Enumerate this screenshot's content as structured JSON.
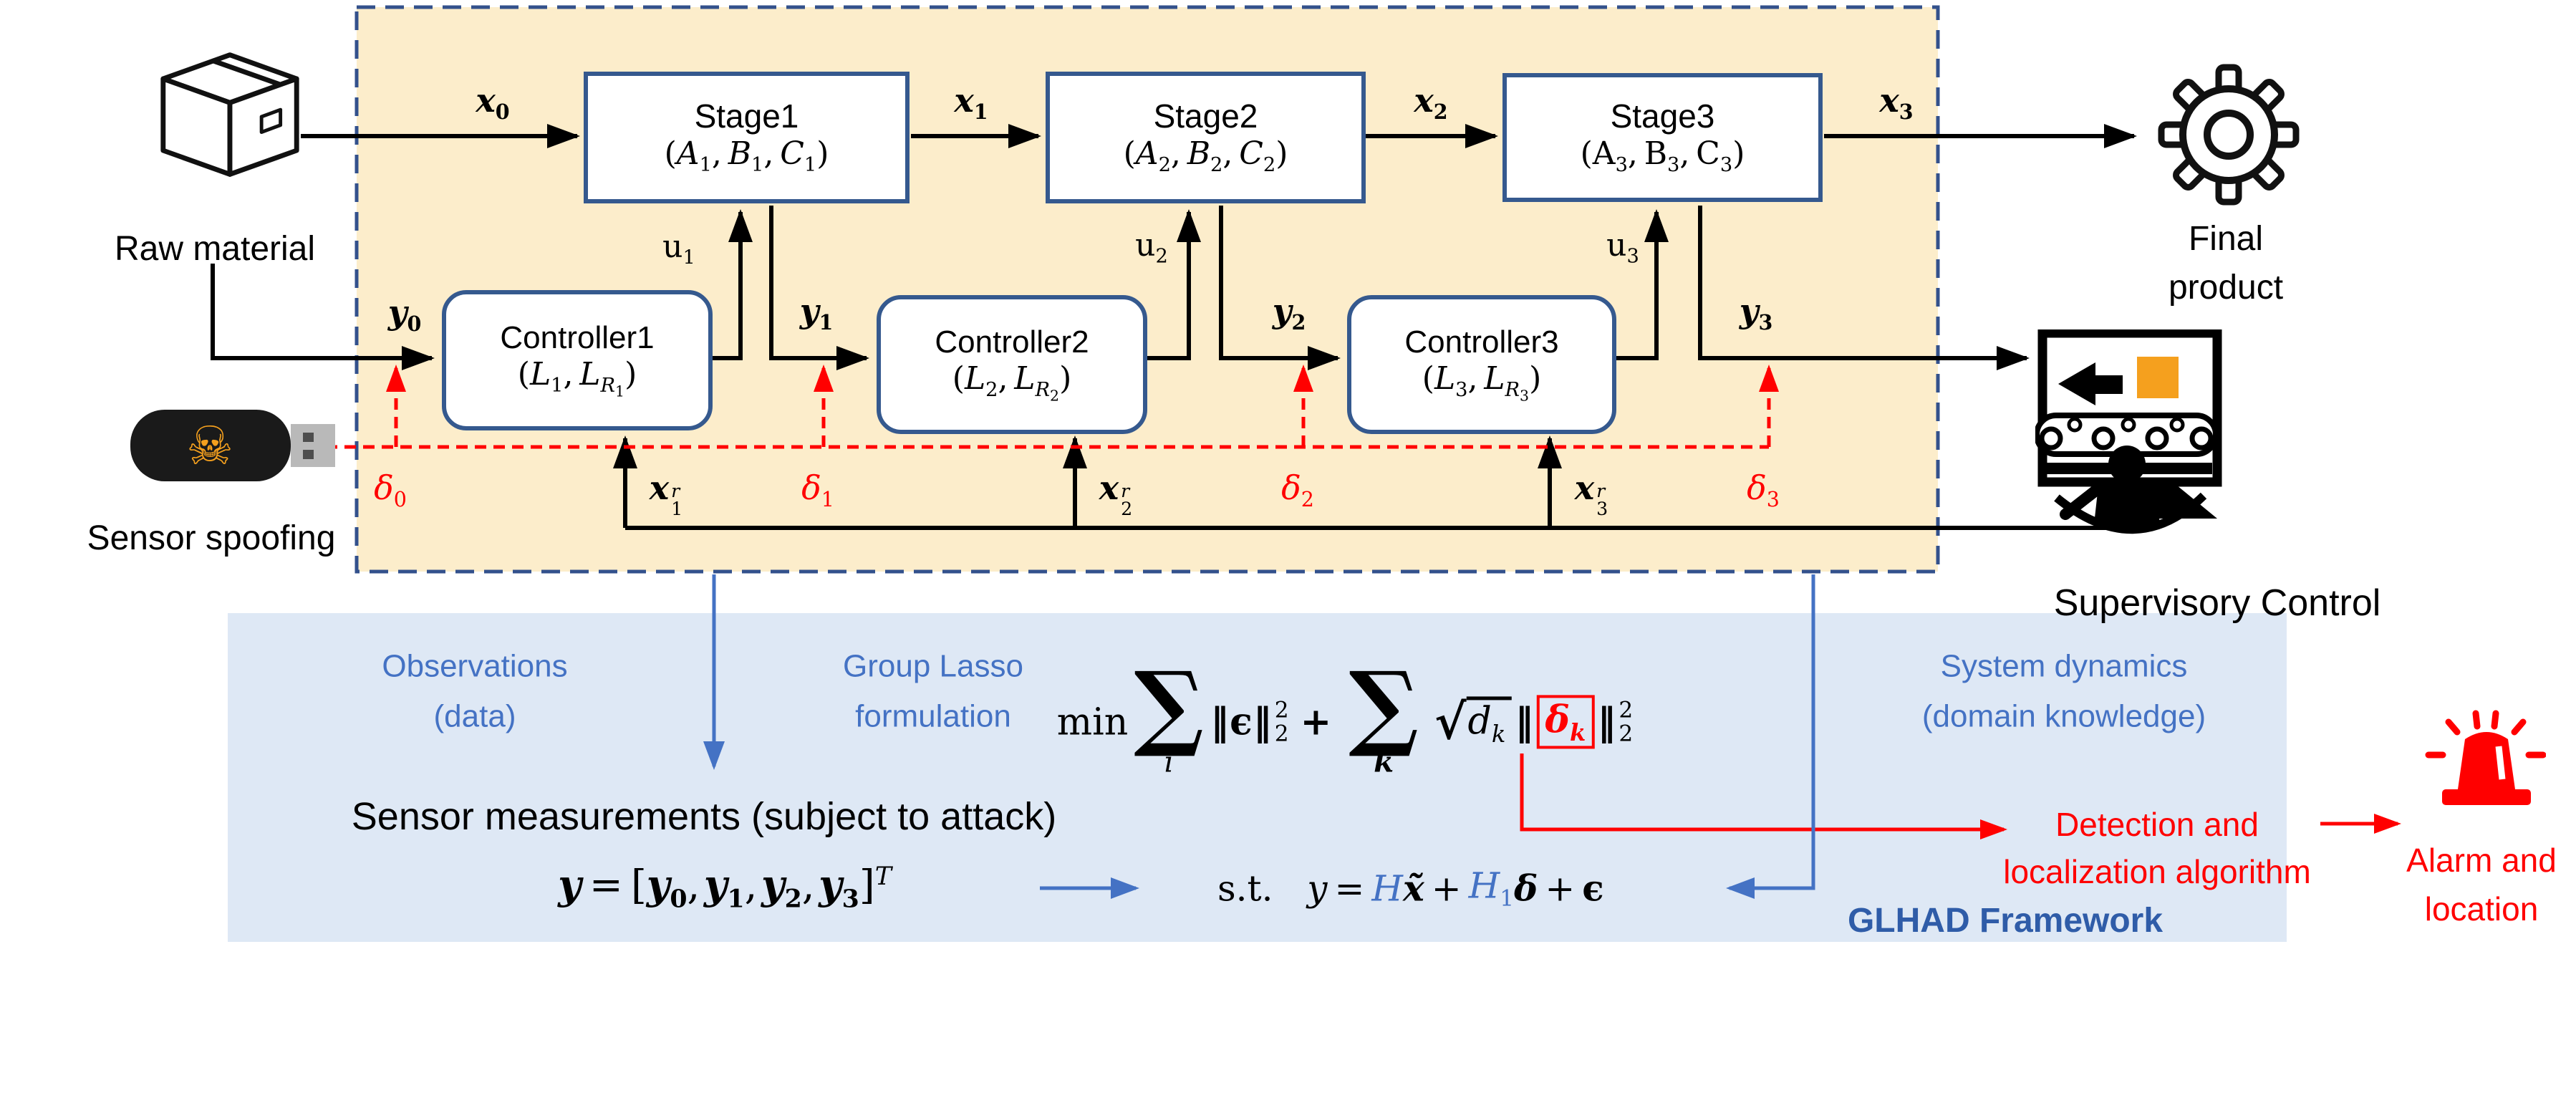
{
  "colors": {
    "plant_bg": "#FCEDCB",
    "plant_border": "#33518C",
    "node_border": "#35598E",
    "framework_bg": "#DEE8F5",
    "accent_blue": "#4472C4",
    "glhad_blue": "#2F5CA8",
    "attack_red": "#FF0000",
    "product_orange": "#F5A01E"
  },
  "icons": {
    "raw_material": "package-box-icon",
    "attack": "usb-skull-icon",
    "final_product": "gear-icon",
    "supervisory": "operator-monitor-icon",
    "alarm": "siren-icon"
  },
  "plant": {
    "stages": [
      {
        "title": "Stage1",
        "params": "(<i>A</i><sub>1</sub>,&#8201;<i>B</i><sub>1</sub>,&#8201;<i>C</i><sub>1</sub>)"
      },
      {
        "title": "Stage2",
        "params": "(<i>A</i><sub>2</sub>,&#8201;<i>B</i><sub>2</sub>,&#8201;<i>C</i><sub>2</sub>)"
      },
      {
        "title": "Stage3",
        "params": "(A<sub>3</sub>,&#8201;B<sub>3</sub>,&#8201;C<sub>3</sub>)"
      }
    ],
    "controllers": [
      {
        "title": "Controller1",
        "params": "(<i>L</i><sub>1</sub>,&#8201;<i>L</i><sub><i>R</i><sub>1</sub></sub>)"
      },
      {
        "title": "Controller2",
        "params": "(<i>L</i><sub>2</sub>,&#8201;<i>L</i><sub><i>R</i><sub>2</sub></sub>)"
      },
      {
        "title": "Controller3",
        "params": "(<i>L</i><sub>3</sub>,&#8201;<i>L</i><sub><i>R</i><sub>3</sub></sub>)"
      }
    ],
    "signals": {
      "x0": "<b><i>x</i><sub>0</sub></b>",
      "x1": "<b><i>x</i><sub>1</sub></b>",
      "x2": "<b><i>x</i><sub>2</sub></b>",
      "x3": "<b><i>x</i><sub>3</sub></b>",
      "y0": "<b><i>y</i><sub>0</sub></b>",
      "y1": "<b><i>y</i><sub>1</sub></b>",
      "y2": "<b><i>y</i><sub>2</sub></b>",
      "y3": "<b><i>y</i><sub>3</sub></b>",
      "u1": "u<sub>1</sub>",
      "u2": "u<sub>2</sub>",
      "u3": "u<sub>3</sub>",
      "xr1": "<b><i>x</i></b><span class=\"stk\"><span><i>r</i></span><span>1</span></span>",
      "xr2": "<b><i>x</i></b><span class=\"stk\"><span><i>r</i></span><span>2</span></span>",
      "xr3": "<b><i>x</i></b><span class=\"stk\"><span><i>r</i></span><span>3</span></span>",
      "d0": "<i>δ</i><sub>0</sub>",
      "d1": "<i>δ</i><sub>1</sub>",
      "d2": "<i>δ</i><sub>2</sub>",
      "d3": "<i>δ</i><sub>3</sub>"
    }
  },
  "annotations": {
    "raw_material": "Raw material",
    "sensor_spoofing": "Sensor spoofing",
    "final_product": [
      "Final",
      "product"
    ],
    "supervisory_control": "Supervisory Control"
  },
  "framework": {
    "observations": [
      "Observations",
      "(data)"
    ],
    "group_lasso": [
      "Group Lasso",
      "formulation"
    ],
    "system_dynamics": [
      "System dynamics",
      "(domain knowledge)"
    ],
    "sensor_measurements": "Sensor measurements (subject to attack)",
    "y_vector": "<b><i>y</i></b>&#8201;=&#8201;[<b><i>y</i><sub>0</sub></b>,&#8202;<b><i>y</i><sub>1</sub></b>,&#8202;<b><i>y</i><sub>2</sub></b>,&#8202;<b><i>y</i><sub>3</sub></b>]<sup><i>T</i></sup>",
    "objective": "min<span class=\"sumw\"><span class=\"sym\">∑</span><span class=\"lim\"><i>i</i></span></span><span class=\"bar\">‖</span><b>ϵ</b><span class=\"bar\">‖</span><span class=\"ss\"><span>2</span><span>2</span></span><span class=\"op\">+</span><span class=\"sumw\"><span class=\"sym\">∑</span><span class=\"lim\"><b><i>k</i></b></span></span><span class=\"rad\">√</span><span class=\"radb\"><i>d</i><sub><i>k</i></sub></span><span class=\"bar\">‖</span><span class=\"dkb\"><b><i>δ</i></b><sub><b><i>k</i></b></sub></span><span class=\"bar\">‖</span><span class=\"ss\"><span>2</span><span>2</span></span>",
    "constraint": "s.t.&nbsp;&nbsp;&nbsp;<i>y</i>&#8201;=&#8201;<span class=\"blu\"><i>H</i></span><b><i>x&#771;</i></b>&#8201;+&#8201;<span class=\"blu\"><i>H</i><sub>1</sub></span><b><i>δ</i></b>&#8201;+&#8201;<b>ϵ</b>",
    "detection": [
      "Detection and",
      "localization algorithm"
    ],
    "glhad": "GLHAD Framework",
    "alarm": [
      "Alarm and",
      "location"
    ]
  }
}
